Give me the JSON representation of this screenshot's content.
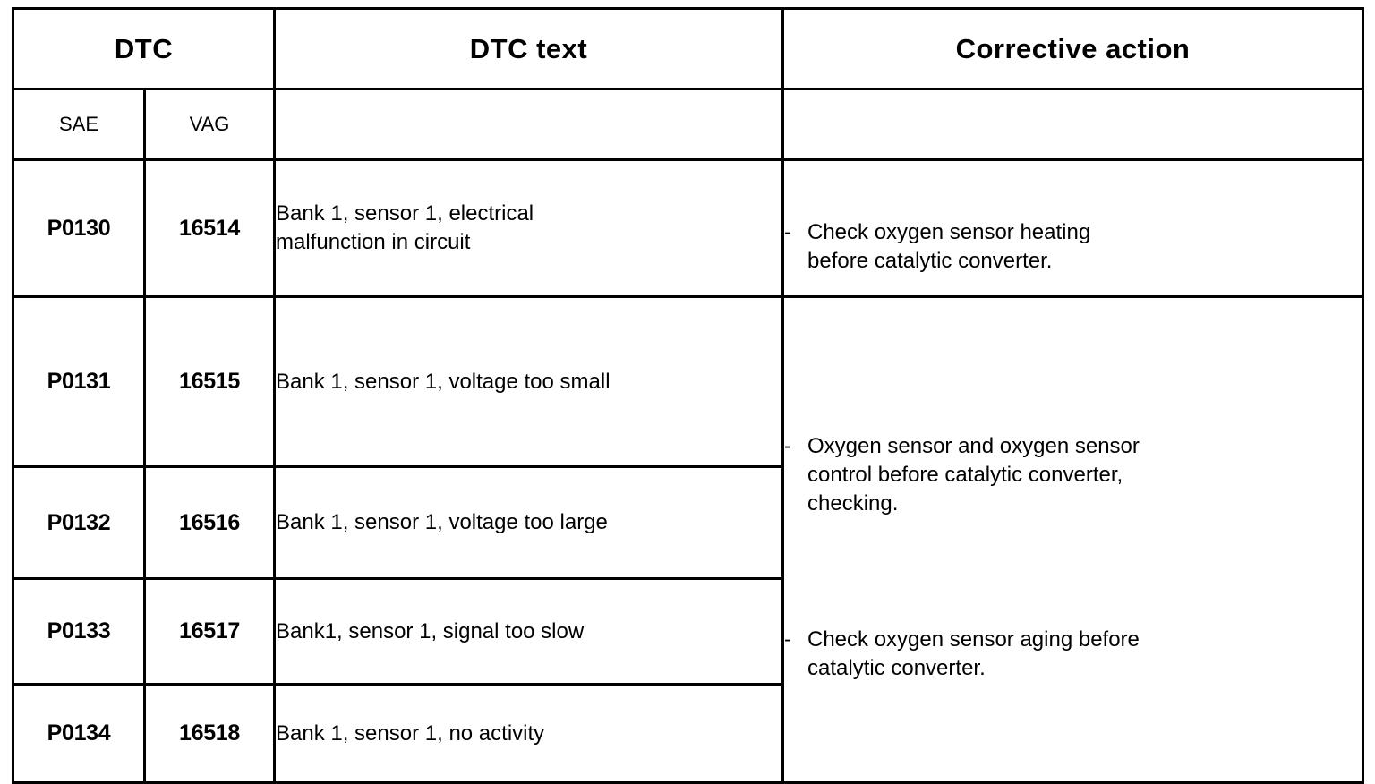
{
  "table": {
    "headers": {
      "group_dtc": "DTC",
      "dtc_text": "DTC text",
      "corrective_action": "Corrective action",
      "sub_sae": "SAE",
      "sub_vag": "VAG"
    },
    "rows": [
      {
        "sae": "P0130",
        "vag": "16514",
        "dtc_text": "Bank 1, sensor 1, electrical\nmalfunction in circuit"
      },
      {
        "sae": "P0131",
        "vag": "16515",
        "dtc_text": "Bank 1, sensor 1, voltage too small"
      },
      {
        "sae": "P0132",
        "vag": "16516",
        "dtc_text": "Bank 1, sensor 1, voltage too large"
      },
      {
        "sae": "P0133",
        "vag": "16517",
        "dtc_text": "Bank1, sensor 1, signal too slow"
      },
      {
        "sae": "P0134",
        "vag": "16518",
        "dtc_text": "Bank 1, sensor 1, no activity"
      }
    ],
    "corrective_actions": [
      {
        "bullet_marker": "-",
        "text": "Check oxygen sensor heating\nbefore catalytic converter."
      },
      {
        "bullet_marker": "-",
        "text": "Oxygen sensor and oxygen sensor\ncontrol before catalytic converter,\nchecking."
      },
      {
        "bullet_marker": "-",
        "text": "Check oxygen sensor aging before\ncatalytic converter."
      }
    ]
  },
  "colors": {
    "border": "#000000",
    "text": "#000000",
    "background": "#ffffff"
  }
}
